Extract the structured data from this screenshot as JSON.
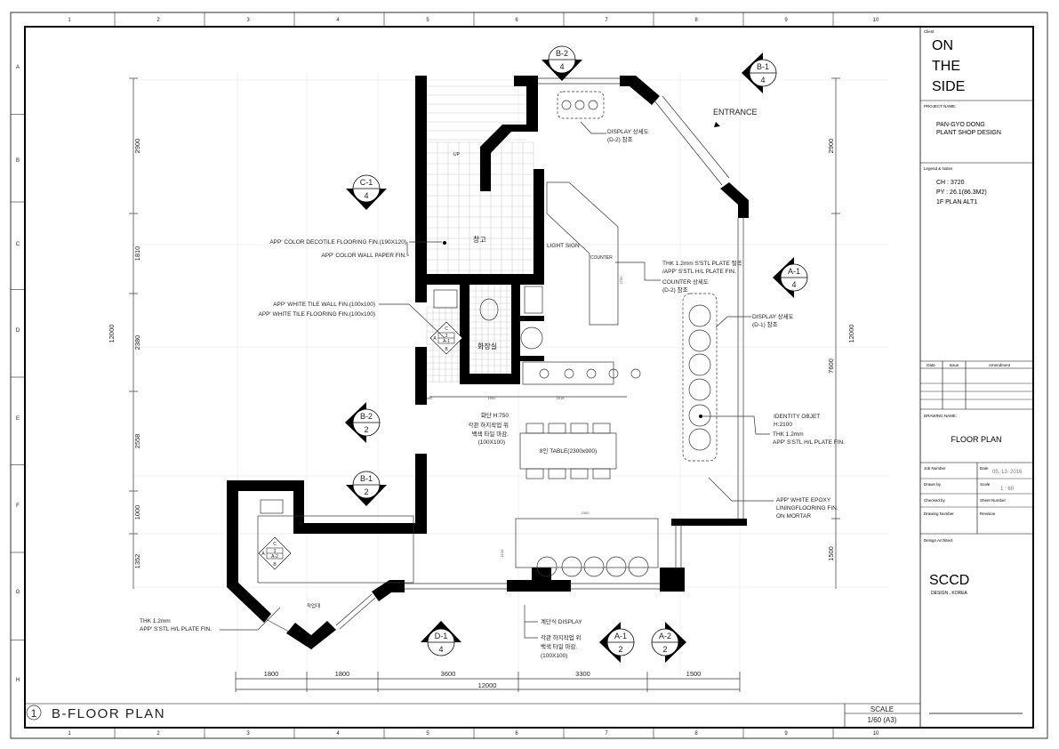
{
  "sheet": {
    "columns": [
      "1",
      "2",
      "3",
      "4",
      "5",
      "6",
      "7",
      "8",
      "9",
      "10"
    ],
    "rows": [
      "A",
      "B",
      "C",
      "D",
      "E",
      "F",
      "G",
      "H"
    ],
    "drawing_number": "1",
    "drawing_title": "B-FLOOR PLAN",
    "scale_label": "SCALE",
    "scale_value": "1/60 (A3)"
  },
  "title_block": {
    "client_label": "Client",
    "client_lines": [
      "ON",
      "THE",
      "SIDE"
    ],
    "project_label": "PROJECT NAME:",
    "project_lines": [
      "PAN-GYO DONG",
      "PLANT SHOP DESIGN"
    ],
    "legend_label": "Legend & Notes",
    "legend_lines": [
      "CH : 3720",
      "PY : 26.1(86.3M2)",
      "1F PLAN ALT1"
    ],
    "rev_headers": [
      "Date",
      "Issue",
      "Amendment"
    ],
    "drawing_name_label": "DRAWING NAME:",
    "drawing_name": "FLOOR PLAN",
    "job_number_label": "Job Number",
    "date_label": "Date",
    "date_value": "05. 13. 2016",
    "drawn_by_label": "Drawn by",
    "scale_label": "Scale",
    "scale_value": "1 : 60",
    "checked_by_label": "Checked by",
    "sheet_number_label": "Sheet Number",
    "drawing_number_label": "Drawing Number",
    "revision_label": "Revision",
    "architect_label": "Design Architect",
    "architect_name": "SCCD",
    "architect_sub": "DESIGN , KOREA"
  },
  "section_markers": [
    {
      "top": "B-2",
      "bottom": "4"
    },
    {
      "top": "B-1",
      "bottom": "4"
    },
    {
      "top": "C-1",
      "bottom": "4"
    },
    {
      "top": "A-1",
      "bottom": "4"
    },
    {
      "top": "B-2",
      "bottom": "2"
    },
    {
      "top": "B-1",
      "bottom": "2"
    },
    {
      "top": "D-1",
      "bottom": "4"
    },
    {
      "top": "A-1",
      "bottom": "2"
    },
    {
      "top": "A-2",
      "bottom": "2"
    }
  ],
  "elevation_tags": [
    {
      "a": "A",
      "n": "3",
      "ref": "A-1",
      "c": "C",
      "b": "B"
    },
    {
      "a": "A",
      "n": "3",
      "ref": "A-2",
      "c": "C",
      "b": "B"
    }
  ],
  "annotations": {
    "entrance": "ENTRANCE",
    "display_d2": [
      "DISPLAY 상세도",
      "(D-2) 참조"
    ],
    "decotile": "APP' COLOR DECOTILE FLOORING FIN.(190X120)",
    "wallpaper": "APP' COLOR WALL PAPER FIN.",
    "tile_wall": "APP' WHITE TILE WALL FIN.(100x100)",
    "tile_floor": "APP' WHITE TILE FLOORING FIN.(100x100)",
    "light_sign": "LIGHT SIGN",
    "counter": "COUNTER",
    "counter_plate": [
      "THK 1.2mm S'STL PLATE 절곡",
      "/APP' S'STL H/L PLATE FIN."
    ],
    "counter_detail": [
      "COUNTER 상세도",
      "(D-2) 참조"
    ],
    "display_d1": [
      "DISPLAY 상세도",
      "(D-1) 참조"
    ],
    "storage": "창고",
    "restroom": "화장실",
    "up": "UP",
    "bench": [
      "화단 H:750",
      "각관 하지작업 위",
      "백색 타일 마감.",
      "(100X100)"
    ],
    "table": "8인 TABLE(2300x900)",
    "identity": [
      "IDENTITY OBJET",
      "H:2100"
    ],
    "identity_plate": [
      "THK 1.2mm",
      "APP' S'STL H/L PLATE FIN."
    ],
    "epoxy": [
      "APP' WHITE EPOXY",
      "LININGFLOORING FIN.",
      "ON MORTAR"
    ],
    "workbench": "작업대",
    "left_plate": [
      "THK 1.2mm",
      "APP' S'STL H/L PLATE FIN."
    ],
    "step_display": "계단식 DISPLAY",
    "step_finish": [
      "각관 하지작업 위",
      "백색 타일 마감.",
      "(100X100)"
    ]
  },
  "dimensions": {
    "bottom": [
      "1800",
      "1800",
      "3600",
      "3300",
      "1500"
    ],
    "bottom_total": "12000",
    "left": [
      "2900",
      "1810",
      "2380",
      "2558",
      "1000",
      "1352"
    ],
    "left_total": "12000",
    "right": [
      "2900",
      "7600",
      "1500"
    ],
    "right_total": "12000",
    "inner": [
      "860",
      "1500",
      "2016",
      "2750",
      "2350",
      "1100"
    ]
  }
}
